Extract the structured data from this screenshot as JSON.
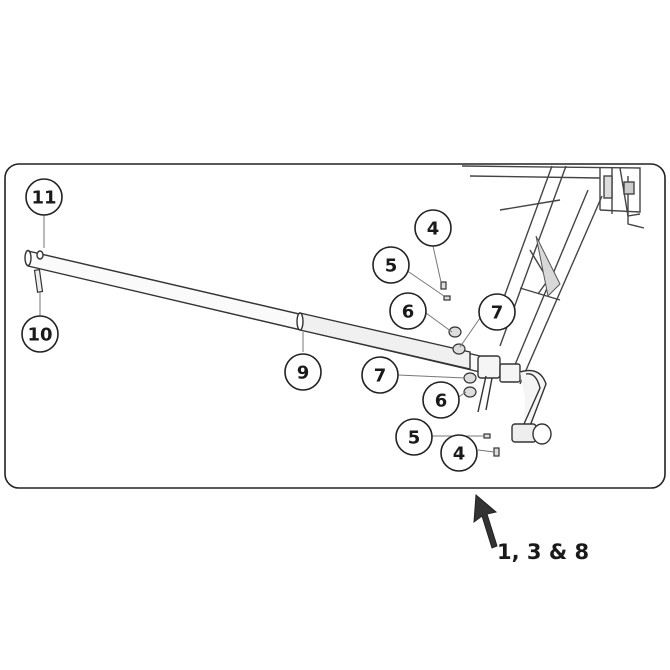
{
  "callouts": [
    {
      "id": "c11",
      "label": "11"
    },
    {
      "id": "c10",
      "label": "10"
    },
    {
      "id": "c9",
      "label": "9"
    },
    {
      "id": "c4a",
      "label": "4"
    },
    {
      "id": "c5a",
      "label": "5"
    },
    {
      "id": "c6a",
      "label": "6"
    },
    {
      "id": "c7a",
      "label": "7"
    },
    {
      "id": "c7b",
      "label": "7"
    },
    {
      "id": "c6b",
      "label": "6"
    },
    {
      "id": "c5b",
      "label": "5"
    },
    {
      "id": "c4b",
      "label": "4"
    }
  ],
  "footnote": {
    "label": "1, 3 & 8"
  }
}
